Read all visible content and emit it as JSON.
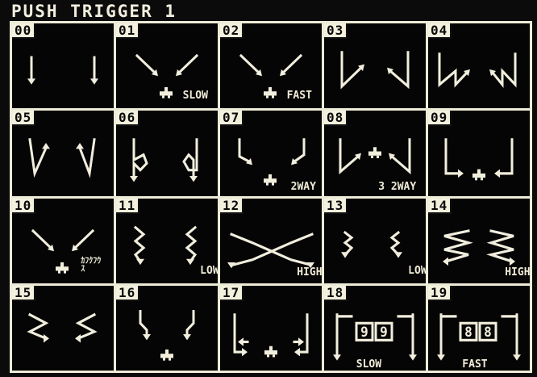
{
  "title": "PUSH TRIGGER 1",
  "colors": {
    "background": "#0b0b0b",
    "foreground": "#f1eedd",
    "grid": "#ecebd7"
  },
  "cells": [
    {
      "number": "00",
      "label": "",
      "icon": "two-down-arrows"
    },
    {
      "number": "01",
      "label": "SLOW",
      "icon": "converging-diagonal-arrows-ship"
    },
    {
      "number": "02",
      "label": "FAST",
      "icon": "converging-diagonal-arrows-ship"
    },
    {
      "number": "03",
      "label": "",
      "icon": "zigzag-arrows"
    },
    {
      "number": "04",
      "label": "",
      "icon": "double-zigzag-arrows"
    },
    {
      "number": "05",
      "label": "",
      "icon": "v-turn-up-arrows"
    },
    {
      "number": "06",
      "label": "",
      "icon": "loop-down-arrows"
    },
    {
      "number": "07",
      "label": "2WAY",
      "icon": "hook-arrows-ship"
    },
    {
      "number": "08",
      "label": "3 2WAY",
      "icon": "v-arrows-ship"
    },
    {
      "number": "09",
      "label": "",
      "icon": "u-turn-arrows-ship"
    },
    {
      "number": "10",
      "label": "ｶﾌｸﾌｳｽ",
      "icon": "converging-diagonal-arrows-ship"
    },
    {
      "number": "11",
      "label": "LOW",
      "icon": "wave-down-arrows"
    },
    {
      "number": "12",
      "label": "HIGH",
      "icon": "crossing-wave-arrows"
    },
    {
      "number": "13",
      "label": "LOW",
      "icon": "small-wave-arrows"
    },
    {
      "number": "14",
      "label": "HIGH",
      "icon": "horizontal-wave-arrows"
    },
    {
      "number": "15",
      "label": "",
      "icon": "zigzag-horizontal-arrows"
    },
    {
      "number": "16",
      "label": "",
      "icon": "kinked-arrows-ship"
    },
    {
      "number": "17",
      "label": "",
      "icon": "box-arrows-ship"
    },
    {
      "number": "18",
      "label": "SLOW",
      "icon": "box-counter-99",
      "counter": [
        "9",
        "9"
      ]
    },
    {
      "number": "19",
      "label": "FAST",
      "icon": "box-counter-88",
      "counter": [
        "8",
        "8"
      ]
    }
  ]
}
